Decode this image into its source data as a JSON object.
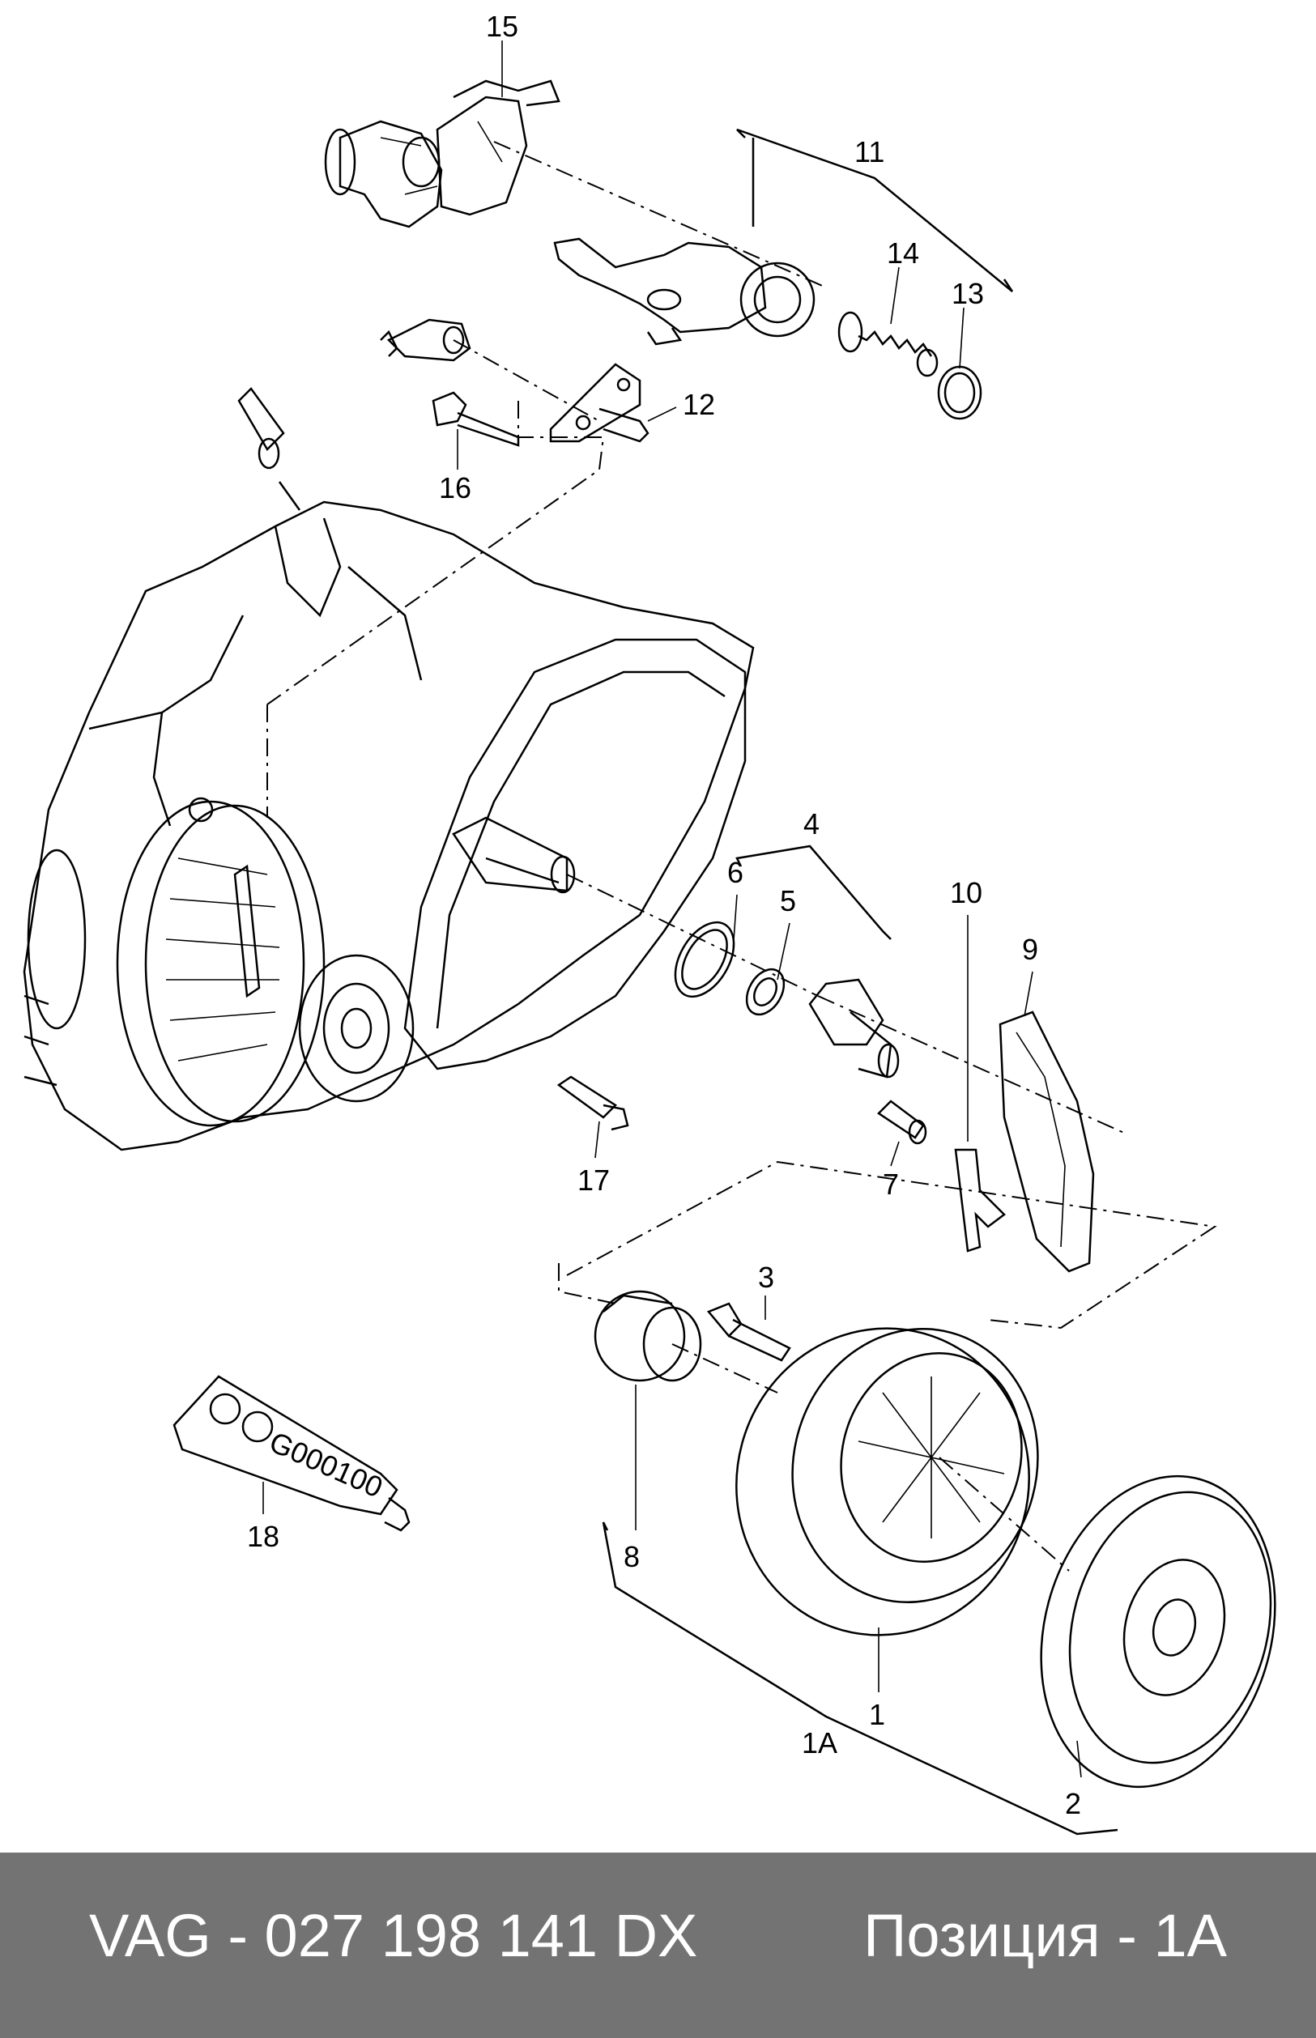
{
  "callouts": {
    "c15": "15",
    "c11": "11",
    "c14": "14",
    "c13": "13",
    "c12": "12",
    "c16": "16",
    "c4": "4",
    "c6": "6",
    "c5": "5",
    "c10": "10",
    "c9": "9",
    "c17": "17",
    "c7": "7",
    "c3": "3",
    "c18": "18",
    "c8": "8",
    "c1": "1",
    "c1a": "1A",
    "c2": "2"
  },
  "tube_label": "G000100",
  "footer": {
    "part_number": "VAG - 027 198 141 DX",
    "position": "Позиция - 1A"
  },
  "colors": {
    "footer_bg": "#737373",
    "footer_text": "#ffffff",
    "line": "#000000"
  }
}
